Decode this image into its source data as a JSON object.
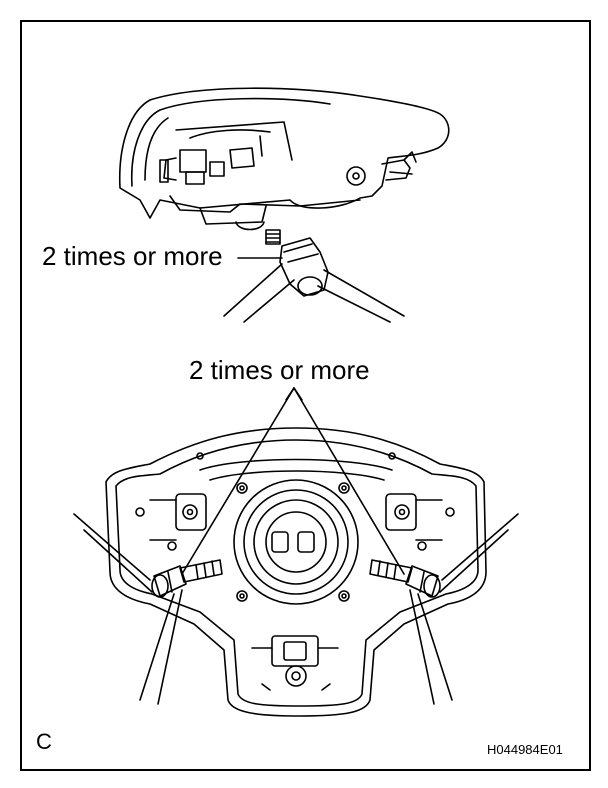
{
  "labels": {
    "callout_top": "2 times or more",
    "callout_bottom": "2 times or more",
    "panel_letter": "C",
    "figure_code": "H044984E01"
  },
  "colors": {
    "line": "#000000",
    "background": "#ffffff"
  }
}
